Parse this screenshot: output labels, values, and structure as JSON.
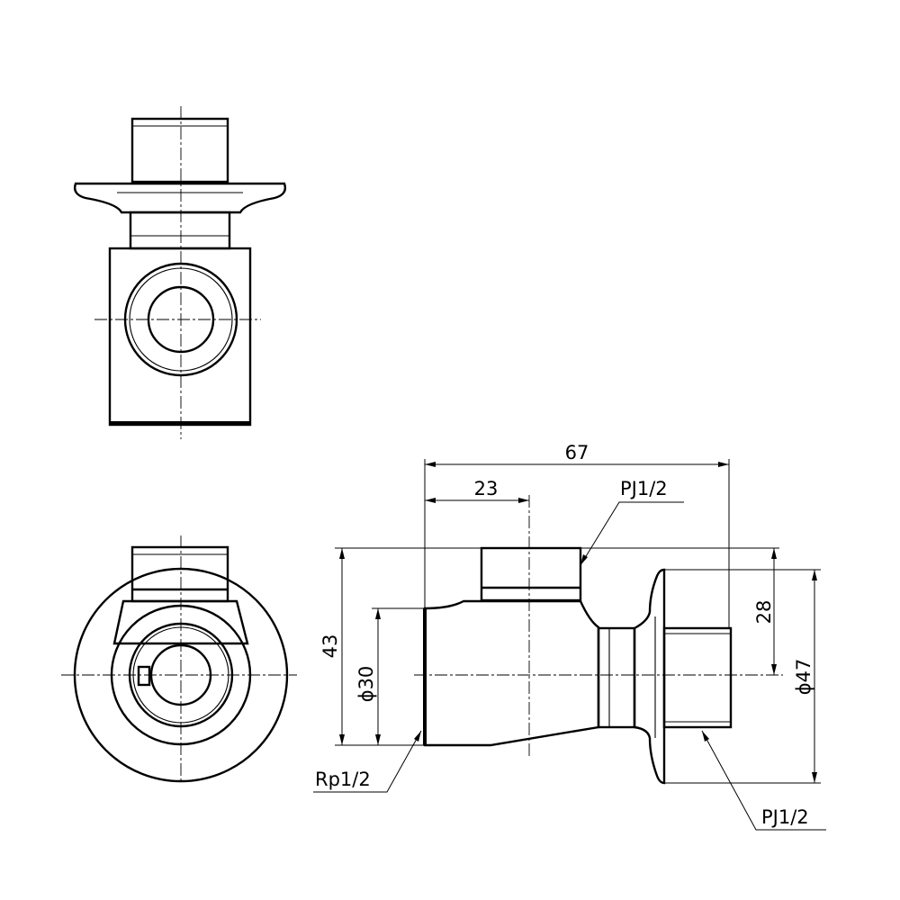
{
  "dimensions": {
    "overall_length": "67",
    "outlet_offset": "23",
    "top_thread": "PJ1/2",
    "body_height": "43",
    "body_diameter": "ϕ30",
    "outlet_height": "28",
    "flange_diameter": "ϕ47",
    "inlet_thread": "Rp1/2",
    "rear_thread": "PJ1/2"
  },
  "colors": {
    "line": "#000000",
    "background": "#ffffff"
  }
}
